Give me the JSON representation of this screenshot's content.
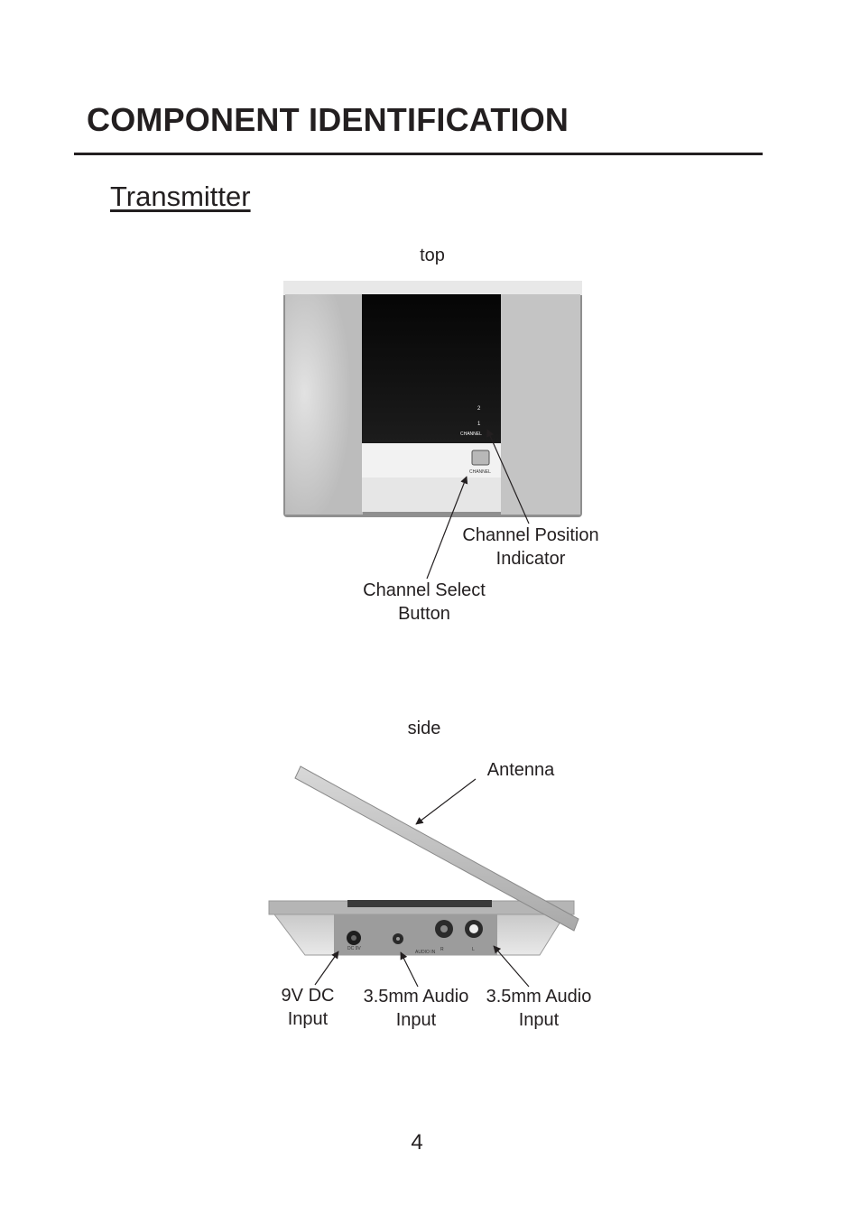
{
  "page": {
    "title": "COMPONENT IDENTIFICATION",
    "subtitle": "Transmitter",
    "page_number": "4"
  },
  "top_view": {
    "caption": "top",
    "device_marks": {
      "channel_2": "2",
      "channel_1": "1",
      "indicator_text": "CHANNEL",
      "button_text": "CHANNEL"
    },
    "callouts": {
      "channel_position_indicator": "Channel Position Indicator",
      "channel_select_button": "Channel Select Button"
    }
  },
  "side_view": {
    "caption": "side",
    "device_marks": {
      "dc_label": "DC 9V",
      "audio_in_label": "AUDIO IN",
      "r_label": "R",
      "l_label": "L"
    },
    "callouts": {
      "antenna": "Antenna",
      "dc_input": "9V DC Input",
      "audio_input_1": "3.5mm Audio Input",
      "audio_input_2": "3.5mm Audio Input"
    }
  }
}
